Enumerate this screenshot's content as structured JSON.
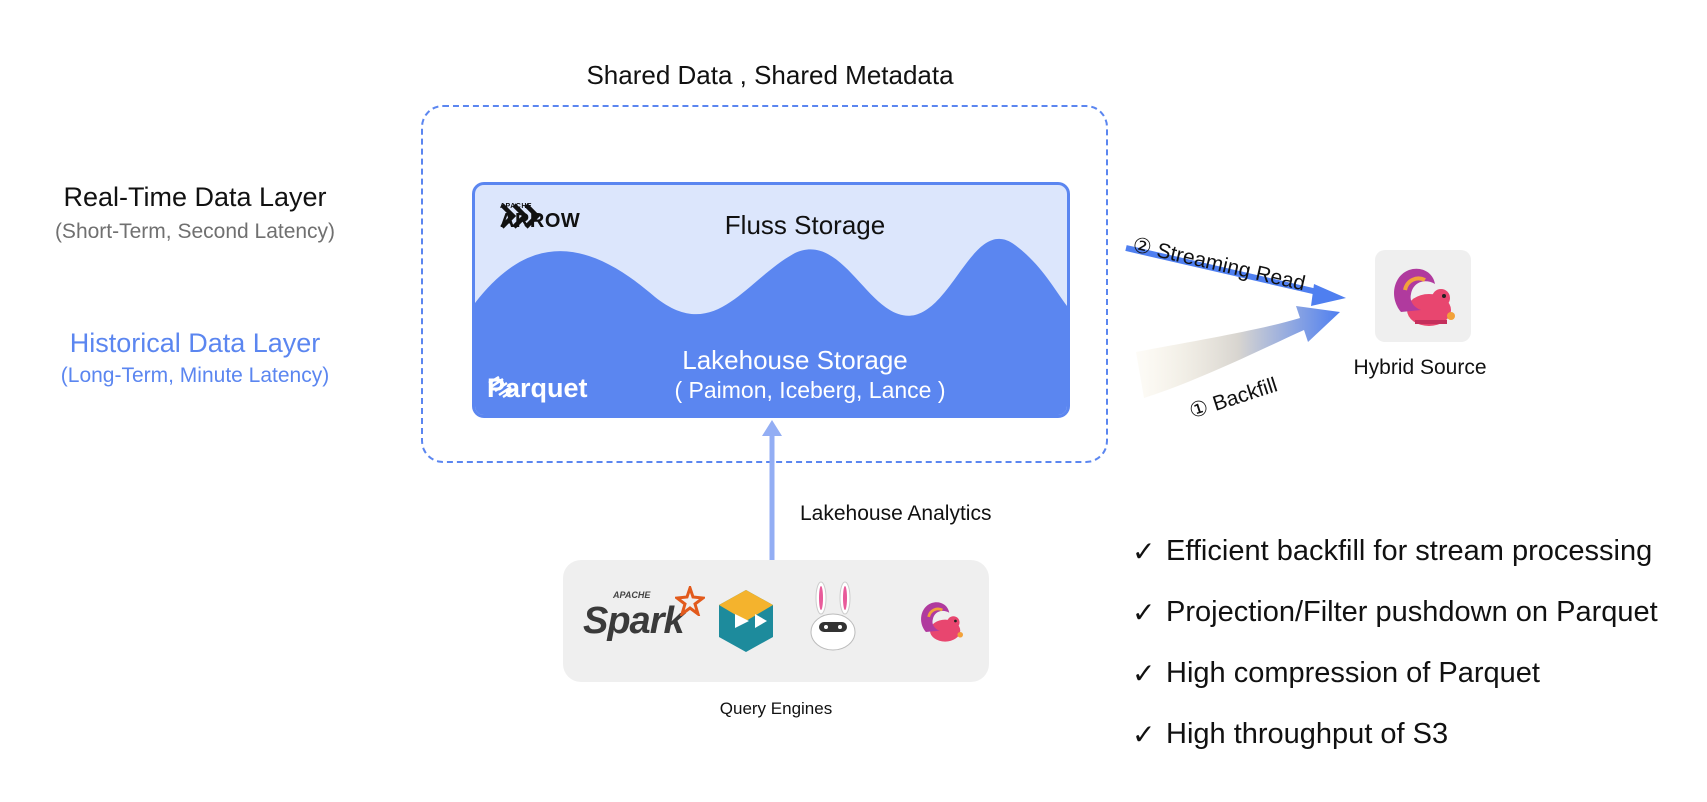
{
  "header": {
    "title": "Shared Data , Shared Metadata"
  },
  "layers": {
    "realtime": {
      "title": "Real-Time Data Layer",
      "subtitle": "(Short-Term, Second Latency)"
    },
    "historical": {
      "title": "Historical Data Layer",
      "subtitle": "(Long-Term, Minute Latency)"
    }
  },
  "storage": {
    "arrow_logo": {
      "apache": "APACHE",
      "name": "ARROW"
    },
    "fluss_label": "Fluss Storage",
    "lakehouse_label": "Lakehouse Storage",
    "lakehouse_formats": "( Paimon, Iceberg, Lance )",
    "parquet_logo": "Parquet"
  },
  "analytics": {
    "label": "Lakehouse Analytics",
    "engines_label": "Query Engines",
    "spark_logo": {
      "apache": "APACHE",
      "name": "Spark"
    }
  },
  "hybrid": {
    "label": "Hybrid Source",
    "streaming_read": "② Streaming Read",
    "backfill": "① Backfill"
  },
  "benefits": [
    "Efficient backfill for stream processing",
    "Projection/Filter pushdown on Parquet",
    "High compression of Parquet",
    "High throughput of S3"
  ],
  "colors": {
    "accent": "#5b86f0",
    "storage_light": "#dce6fc",
    "panel": "#efefef"
  }
}
